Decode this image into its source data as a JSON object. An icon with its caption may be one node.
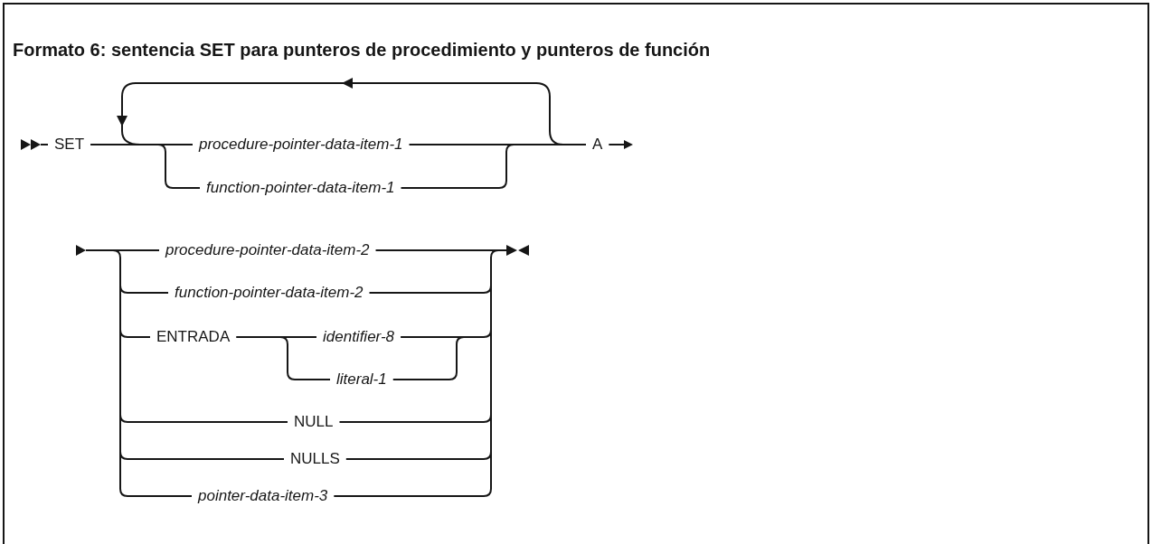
{
  "diagram": {
    "title": "Formato 6: sentencia SET para punteros de procedimiento y punteros de función",
    "labels": [
      "SET",
      "procedure-pointer-data-item-1",
      "function-pointer-data-item-1",
      "A",
      "procedure-pointer-data-item-2",
      "function-pointer-data-item-2",
      "ENTRADA",
      "identifier-8",
      "literal-1",
      "NULL",
      "NULLS",
      "pointer-data-item-3"
    ]
  }
}
